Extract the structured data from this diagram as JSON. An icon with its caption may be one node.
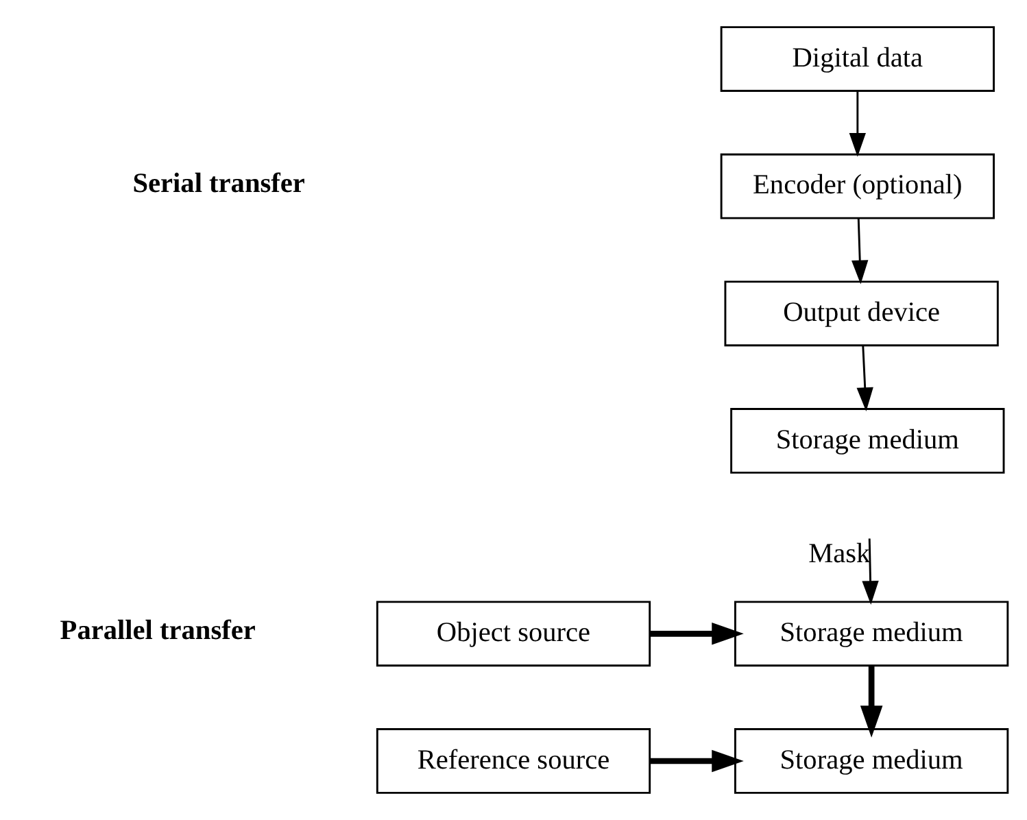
{
  "diagram": {
    "nodes": [
      {
        "text": [
          "Digital data"
        ]
      },
      {
        "text": [
          "Encoder (optional)"
        ]
      },
      {
        "text": [
          "Output device"
        ]
      },
      {
        "text": [
          "Storage medium"
        ]
      },
      {
        "text": [
          "Object source"
        ]
      },
      {
        "text": [
          "Storage medium"
        ]
      },
      {
        "text": [
          "Reference source"
        ]
      },
      {
        "text": [
          "Storage medium"
        ]
      }
    ],
    "edges": [
      {
        "from": 0,
        "to": 1,
        "arrow": "to"
      },
      {
        "from": 1,
        "to": 2,
        "arrow": "to"
      },
      {
        "from": 2,
        "to": 3,
        "arrow": "to"
      },
      {
        "from": null,
        "to": 5,
        "arrow": "to",
        "label": "Mask"
      },
      {
        "from": 4,
        "to": 5,
        "arrow": "to",
        "style": "thick"
      },
      {
        "from": 5,
        "to": 7,
        "arrow": "to",
        "style": "thick"
      },
      {
        "from": 6,
        "to": 7,
        "arrow": "to",
        "style": "thick"
      }
    ],
    "labels": [
      "Serial transfer",
      "Parallel transfer"
    ]
  }
}
